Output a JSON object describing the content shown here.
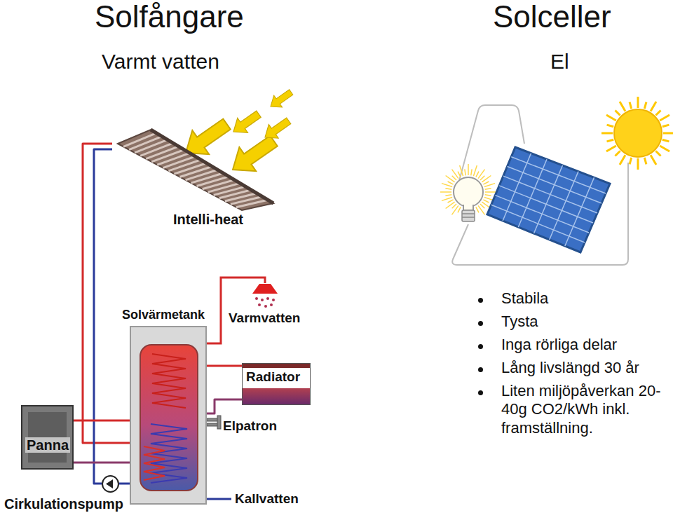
{
  "diagram": {
    "nodes": [
      {
        "text": [
          "Intelli-heat"
        ]
      },
      {
        "text": [
          "Solvärmetank"
        ]
      },
      {
        "text": [
          "Radiator"
        ]
      },
      {
        "text": [
          "Panna"
        ]
      },
      {
        "text": [
          "Cirkulationspump"
        ]
      }
    ],
    "edges": [
      {
        "from": 0,
        "to": 1,
        "arrow": "none"
      },
      {
        "from": 0,
        "to": 4,
        "arrow": "none"
      },
      {
        "from": 4,
        "to": 1,
        "arrow": "none"
      },
      {
        "from": 3,
        "to": 1,
        "arrow": "none"
      },
      {
        "from": 3,
        "to": 1,
        "arrow": "none"
      },
      {
        "from": 1,
        "to": 2,
        "arrow": "none"
      },
      {
        "from": 2,
        "to": 1,
        "arrow": "none"
      }
    ],
    "labels": [
      "Solfångare",
      "Varmt vatten",
      "Solceller",
      "El",
      "Varmvatten",
      "Elpatron",
      "Kallvatten",
      "Stabila",
      "Tysta",
      "Inga rörliga delar",
      "Lång livslängd 30 år",
      "Liten miljöpåverkan 20-40g CO2/kWh inkl. framställning."
    ]
  }
}
